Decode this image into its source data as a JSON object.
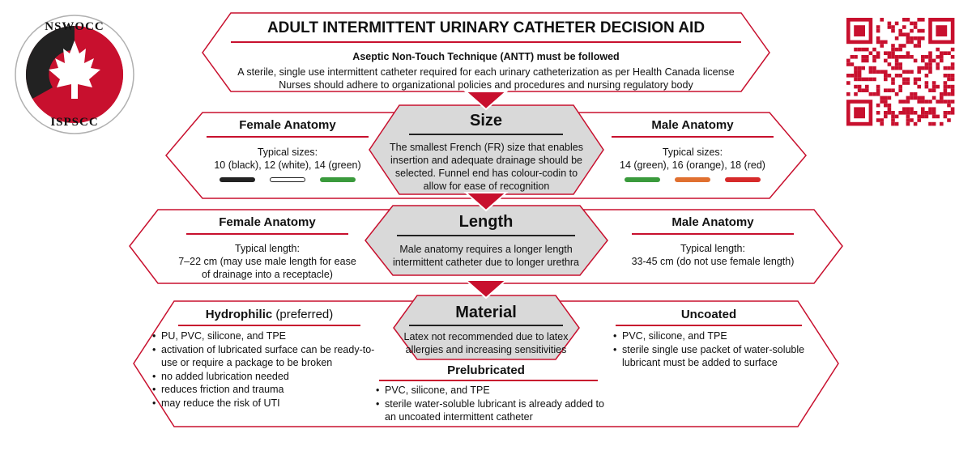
{
  "colors": {
    "brand_red": "#c8102e",
    "grey_box": "#d9d9d9",
    "text": "#111111",
    "catheter_black": "#222222",
    "catheter_white": "#ffffff",
    "catheter_green": "#3a9a3c",
    "catheter_orange": "#e07030",
    "catheter_red": "#d62a2a"
  },
  "logo": {
    "top_text": "NSWOCC",
    "bottom_text": "ISPSCC"
  },
  "qr_icon": "qr-code",
  "header": {
    "title": "ADULT INTERMITTENT URINARY CATHETER DECISION AID",
    "subtitle": "Aseptic Non-Touch Technique (ANTT) must be followed",
    "line1": "A sterile, single use intermittent catheter required for each urinary catheterization as per Health Canada license",
    "line2": "Nurses should adhere to organizational policies and procedures and nursing regulatory body"
  },
  "size": {
    "center_title": "Size",
    "center_text": "The smallest French (FR) size that enables insertion and adequate drainage should be selected. Funnel end has colour-codin to allow for ease of recognition",
    "female": {
      "title": "Female Anatomy",
      "label": "Typical sizes:",
      "values": "10 (black), 12 (white), 14 (green)",
      "swatches": [
        "catheter_black",
        "catheter_white",
        "catheter_green"
      ]
    },
    "male": {
      "title": "Male Anatomy",
      "label": "Typical sizes:",
      "values": "14 (green), 16 (orange), 18 (red)",
      "swatches": [
        "catheter_green",
        "catheter_orange",
        "catheter_red"
      ]
    }
  },
  "length": {
    "center_title": "Length",
    "center_text": "Male anatomy requires a longer length intermittent catheter due to longer urethra",
    "female": {
      "title": "Female Anatomy",
      "label": "Typical length:",
      "value": "7–22 cm (may use male length for ease of drainage into a receptacle)"
    },
    "male": {
      "title": "Male Anatomy",
      "label": "Typical length:",
      "value": "33-45 cm (do not use female length)"
    }
  },
  "material": {
    "center_title": "Material",
    "center_text": "Latex not recommended due to latex allergies and increasing sensitivities",
    "hydrophilic": {
      "title": "Hydrophilic",
      "title_suffix": "(preferred)",
      "items": [
        "PU, PVC, silicone, and TPE",
        "activation of lubricated surface can be ready-to-use or require a package to be broken",
        "no added lubrication needed",
        "reduces friction and trauma",
        "may reduce the risk of UTI"
      ]
    },
    "uncoated": {
      "title": "Uncoated",
      "items": [
        "PVC, silicone, and TPE",
        "sterile single use packet of water-soluble lubricant must be added to surface"
      ]
    },
    "prelubricated": {
      "title": "Prelubricated",
      "items": [
        "PVC, silicone, and TPE",
        "sterile water-soluble lubricant is already added to an uncoated intermittent catheter"
      ]
    }
  }
}
